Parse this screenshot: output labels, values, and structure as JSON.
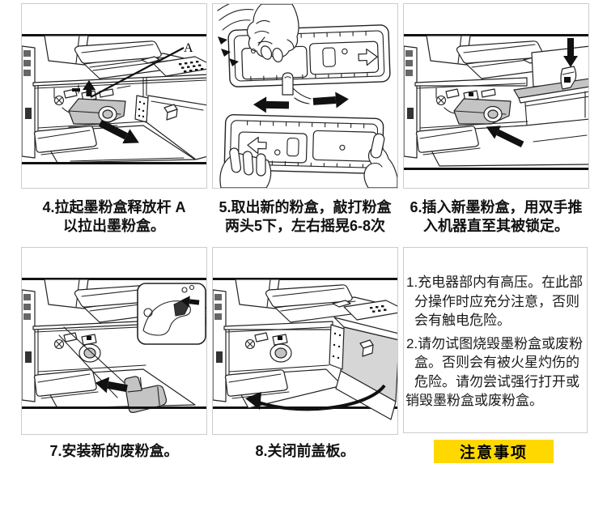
{
  "steps": [
    {
      "caption_line1": "4.拉起墨粉盒释放杆 A",
      "caption_line2": "以拉出墨粉盒。",
      "pointer_label": "A"
    },
    {
      "caption_line1": "5.取出新的粉盒，敲打粉盒",
      "caption_line2": "两头5下，左右摇晃6-8次"
    },
    {
      "caption_line1": "6.插入新墨粉盒，用双手推",
      "caption_line2": "入机器直至其被锁定。"
    },
    {
      "caption_line1": "7.安装新的废粉盒。"
    },
    {
      "caption_line1": "8.关闭前盖板。"
    }
  ],
  "notes": {
    "badge_label": "注意事项",
    "badge_bg": "#ffd800",
    "lines": [
      {
        "text": "1.充电器部内有高压。在此部"
      },
      {
        "text": "分操作时应充分注意，否则"
      },
      {
        "text": "会有触电危险。"
      },
      {
        "text": "2.请勿试图烧毁墨粉盒或废粉"
      },
      {
        "text": "盒。否则会有被火星灼伤的"
      },
      {
        "text": "危险。请勿尝试强行打开或"
      },
      {
        "text": "销毁墨粉盒或废粉盒。"
      }
    ]
  }
}
